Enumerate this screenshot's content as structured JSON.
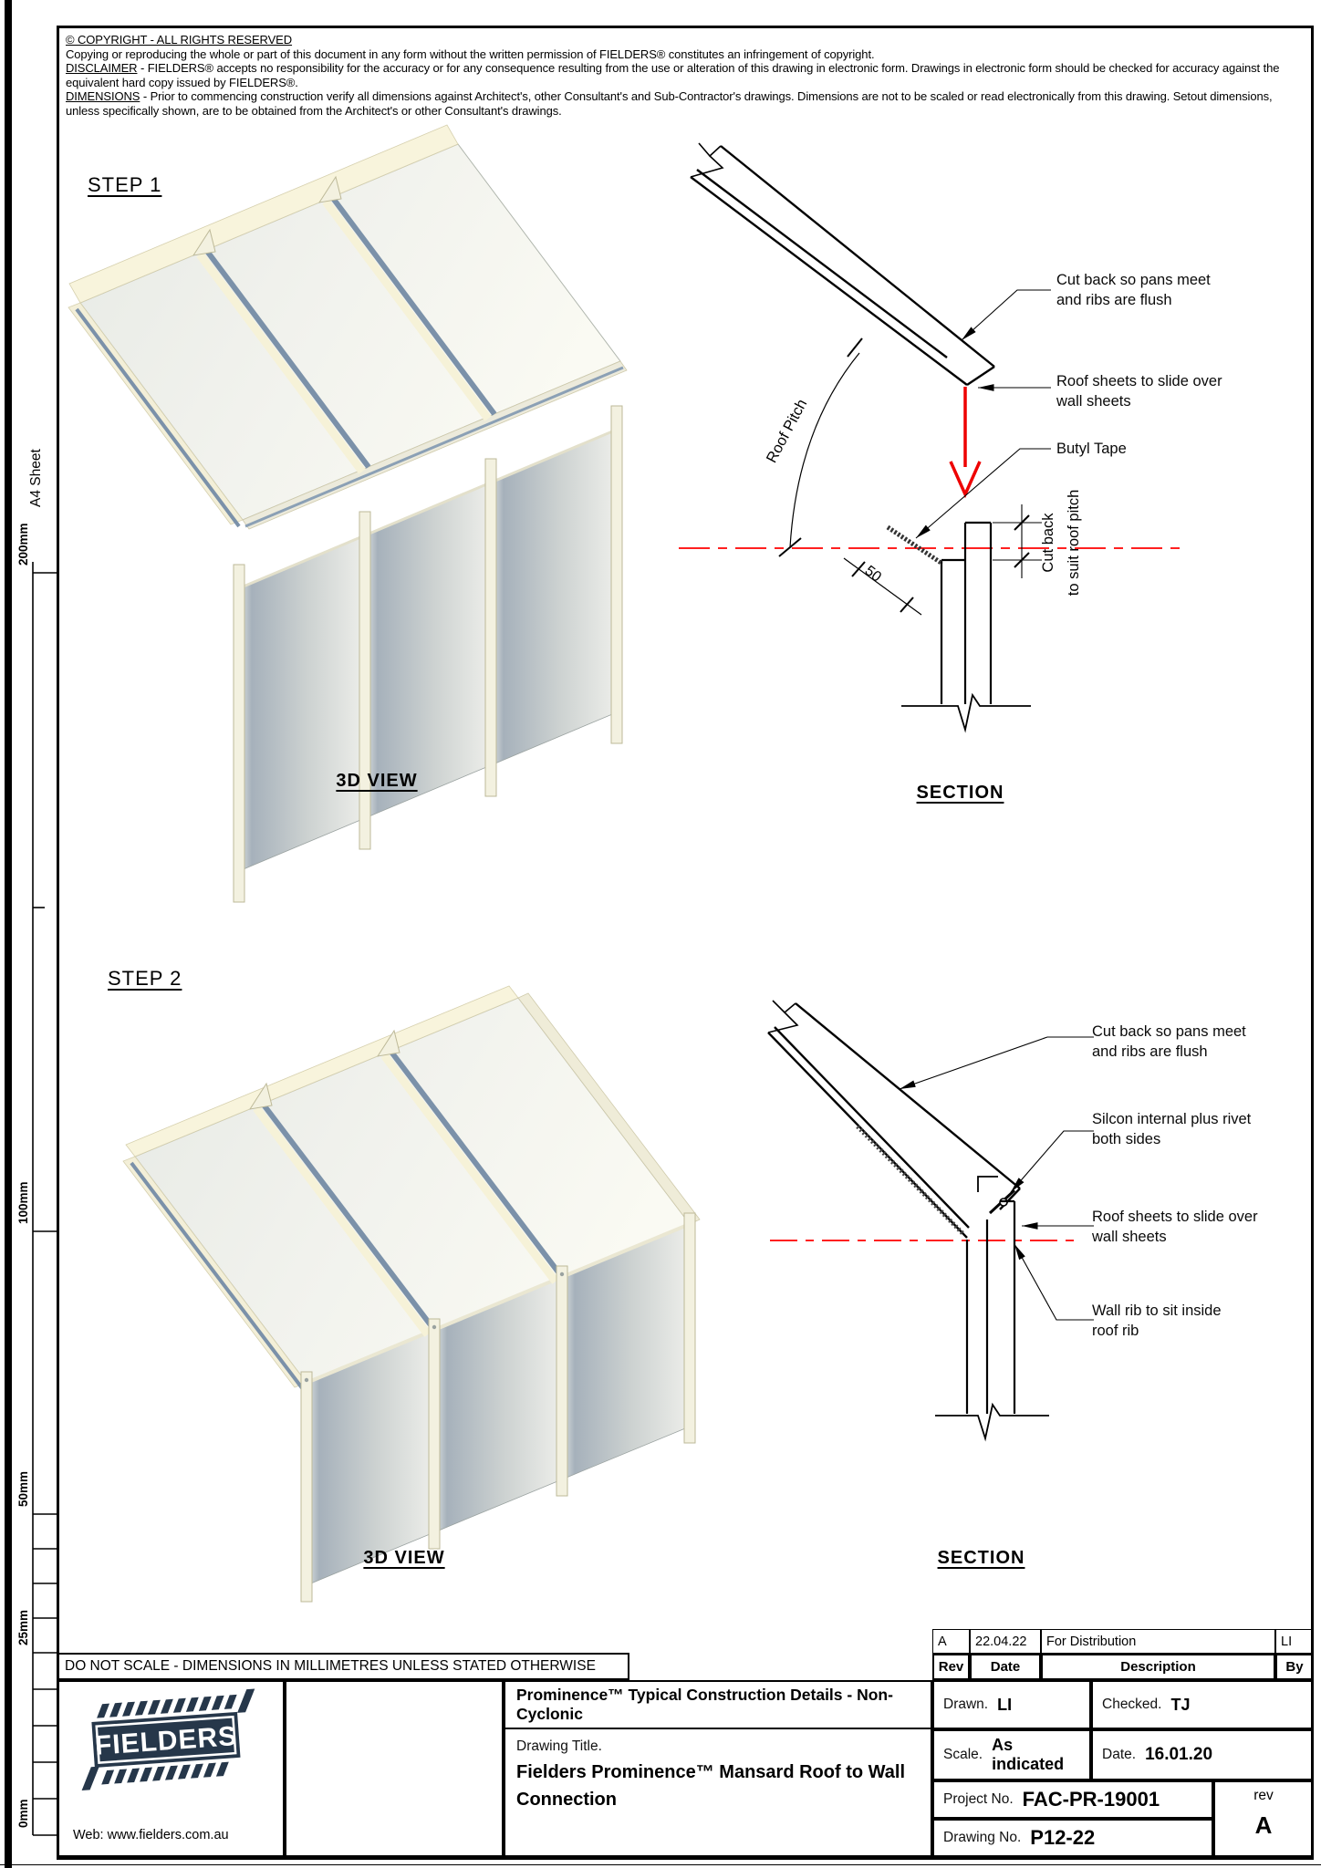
{
  "colors": {
    "line_black": "#000000",
    "accent_red": "#ff0000",
    "panel_cream": "#f5f2dd",
    "panel_face_light": "#f8f8f1",
    "panel_shadow": "#a4afba",
    "rib_blue": "#7b91a9",
    "logo_navy": "#26374a"
  },
  "legal": {
    "copyright_heading": "© COPYRIGHT - ALL RIGHTS RESERVED",
    "copyright_body": "Copying or reproducing the whole or part of this document in any form without the written permission of FIELDERS® constitutes an infringement of copyright.",
    "disclaimer_label": "DISCLAIMER",
    "disclaimer_body": " - FIELDERS® accepts no responsibility for the accuracy or for any consequence resulting from the use or alteration of this drawing in electronic form.  Drawings in electronic form should be checked for accuracy against the equivalent hard copy issued by FIELDERS®.",
    "dimensions_label": "DIMENSIONS",
    "dimensions_body": " - Prior to commencing construction verify all dimensions against Architect's, other Consultant's and Sub-Contractor's drawings. Dimensions are not to be scaled or read electronically from this drawing. Setout dimensions, unless specifically shown, are to be obtained from the Architect's or other Consultant's drawings."
  },
  "ruler": {
    "sheet_label": "A4 Sheet",
    "marks": [
      "200mm",
      "100mm",
      "50mm",
      "25mm",
      "0mm"
    ]
  },
  "step1": {
    "heading": "STEP 1",
    "view_label": "3D VIEW",
    "section_label": "SECTION",
    "ann": {
      "cut_back": [
        "Cut back so pans meet",
        "and ribs are flush"
      ],
      "slide_over": [
        "Roof sheets to slide over",
        "wall sheets"
      ],
      "butyl": "Butyl Tape",
      "roof_pitch": "Roof Pitch",
      "dim_50": "50",
      "cut_back_dim": [
        "Cut back",
        "to suit roof pitch"
      ]
    }
  },
  "step2": {
    "heading": "STEP 2",
    "view_label": "3D VIEW",
    "section_label": "SECTION",
    "ann": {
      "cut_back": [
        "Cut back so pans meet",
        "and ribs are flush"
      ],
      "silicon": [
        "Silcon internal plus rivet",
        "both sides"
      ],
      "slide_over": [
        "Roof sheets to slide over",
        "wall sheets"
      ],
      "wall_rib": [
        "Wall rib to sit inside",
        "roof rib"
      ]
    }
  },
  "titleblock": {
    "do_not_scale": "DO NOT SCALE - DIMENSIONS IN MILLIMETRES UNLESS STATED OTHERWISE",
    "logo_text": "FIELDERS",
    "web": "Web: www.fielders.com.au",
    "series_title": "Prominence™ Typical Construction Details - Non-Cyclonic",
    "drawing_title_label": "Drawing Title.",
    "drawing_title": "Fielders Prominence™ Mansard Roof to Wall Connection",
    "drawn_label": "Drawn.",
    "drawn": "LI",
    "checked_label": "Checked.",
    "checked": "TJ",
    "scale_label": "Scale.",
    "scale": "As indicated",
    "date_label": "Date.",
    "date": "16.01.20",
    "project_label": "Project No.",
    "project": "FAC-PR-19001",
    "drawing_no_label": "Drawing No.",
    "drawing_no": "P12-22",
    "rev_label": "rev",
    "rev": "A",
    "revisions": {
      "headers": [
        "Rev",
        "Date",
        "Description",
        "By"
      ],
      "rows": [
        [
          "A",
          "22.04.22",
          "For Distribution",
          "LI"
        ]
      ]
    }
  }
}
